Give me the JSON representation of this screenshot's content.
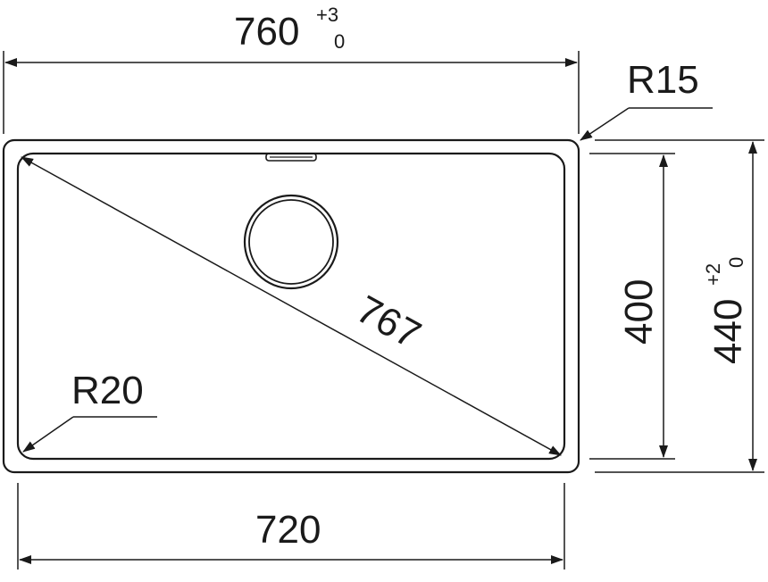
{
  "dimensions": {
    "outer_width": {
      "value": "760",
      "tol_upper": "+3",
      "tol_lower": "0"
    },
    "outer_radius": "R15",
    "outer_height": {
      "value": "440",
      "tol_upper": "+2",
      "tol_lower": "0"
    },
    "inner_height": "400",
    "diagonal": "767",
    "inner_radius": "R20",
    "inner_width": "720"
  },
  "colors": {
    "line": "#1a1a1a",
    "background": "#ffffff"
  }
}
